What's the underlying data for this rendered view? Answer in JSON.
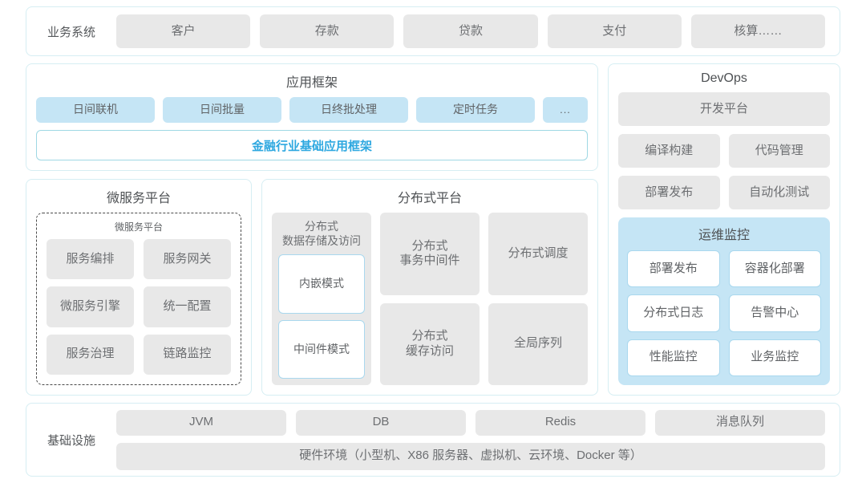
{
  "business_systems": {
    "label": "业务系统",
    "items": [
      "客户",
      "存款",
      "贷款",
      "支付",
      "核算……"
    ]
  },
  "app_framework": {
    "title": "应用框架",
    "chips": [
      "日间联机",
      "日间批量",
      "日终批处理",
      "定时任务"
    ],
    "more_chip": "...",
    "banner": "金融行业基础应用框架"
  },
  "microservice_platform": {
    "title": "微服务平台",
    "inner_title": "微服务平台",
    "items": [
      "服务编排",
      "服务网关",
      "微服务引擎",
      "统一配置",
      "服务治理",
      "链路监控"
    ]
  },
  "distributed_platform": {
    "title": "分布式平台",
    "storage_group": {
      "title": "分布式\n数据存储及访问",
      "title_line1": "分布式",
      "title_line2": "数据存储及访问",
      "modes": [
        "内嵌模式",
        "中间件模式"
      ]
    },
    "cells": [
      {
        "line1": "分布式",
        "line2": "事务中间件"
      },
      {
        "line1": "分布式调度",
        "line2": ""
      },
      {
        "line1": "分布式",
        "line2": "缓存访问"
      },
      {
        "line1": "全局序列",
        "line2": ""
      }
    ]
  },
  "devops": {
    "title": "DevOps",
    "platform": "开发平台",
    "pairs": [
      [
        "编译构建",
        "代码管理"
      ],
      [
        "部署发布",
        "自动化测试"
      ]
    ],
    "ops_monitor": {
      "title": "运维监控",
      "items": [
        "部署发布",
        "容器化部署",
        "分布式日志",
        "告警中心",
        "性能监控",
        "业务监控"
      ]
    }
  },
  "infrastructure": {
    "label": "基础设施",
    "items": [
      "JVM",
      "DB",
      "Redis",
      "消息队列"
    ],
    "hardware": "硬件环境（小型机、X86 服务器、虚拟机、云环境、Docker 等）"
  },
  "colors": {
    "panel_border": "#d6eef3",
    "chip_gray": "#e8e8e8",
    "chip_blue": "#c5e5f5",
    "accent_cyan": "#2ea8e0",
    "text_gray": "#6d6f72"
  }
}
